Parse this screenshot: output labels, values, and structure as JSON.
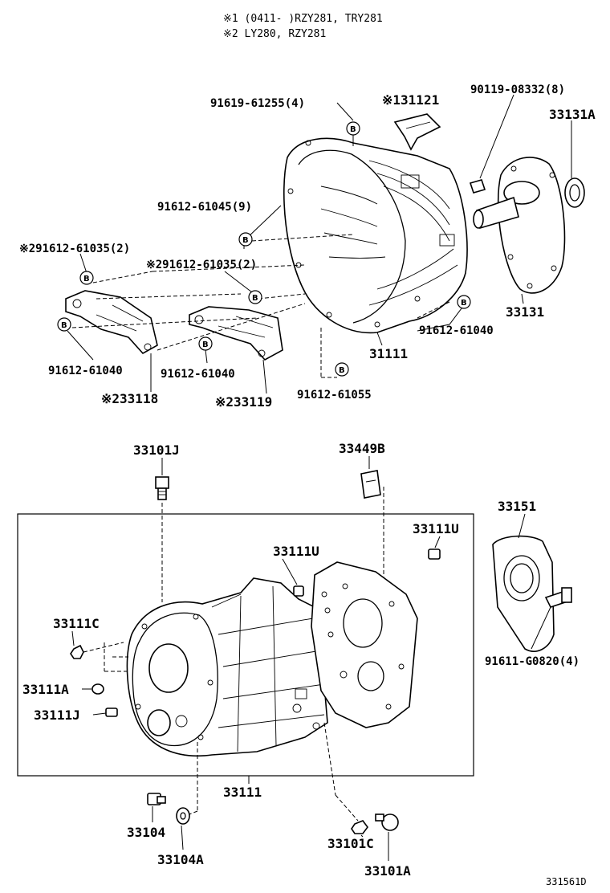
{
  "notes": [
    "※1 (0411-      )RZY281, TRY281",
    "※2 LY280, RZY281"
  ],
  "bolt_mark": "B",
  "labels": {
    "bolt_91619_61255": "91619-61255(4)",
    "part_31121": "※131121",
    "bolt_90119_08332": "90119-08332(8)",
    "seal_33131A": "33131A",
    "bolt_91612_61045": "91612-61045(9)",
    "bolt_91612_61035_a": "※291612-61035(2)",
    "bolt_91612_61035_b": "※291612-61035(2)",
    "retainer_33131": "33131",
    "bolt_91612_61040_r": "91612-61040",
    "housing_31111": "31111",
    "bolt_91612_61040_l": "91612-61040",
    "bolt_91612_61040_m": "91612-61040",
    "bolt_91612_61055": "91612-61055",
    "bracket_33118": "※233118",
    "bracket_33119": "※233119",
    "plug_33101J": "33101J",
    "clip_33449B": "33449B",
    "cover_33151": "33151",
    "pin_33111U_r": "33111U",
    "pin_33111U_c": "33111U",
    "plug_33111C": "33111C",
    "plug_33111A": "33111A",
    "plug_33111J": "33111J",
    "bolt_91611_G0820": "91611-G0820(4)",
    "case_33111": "33111",
    "plug_33104": "33104",
    "gasket_33104A": "33104A",
    "gasket_33101C": "33101C",
    "plug_33101A": "33101A",
    "diagram_id": "331561D"
  }
}
